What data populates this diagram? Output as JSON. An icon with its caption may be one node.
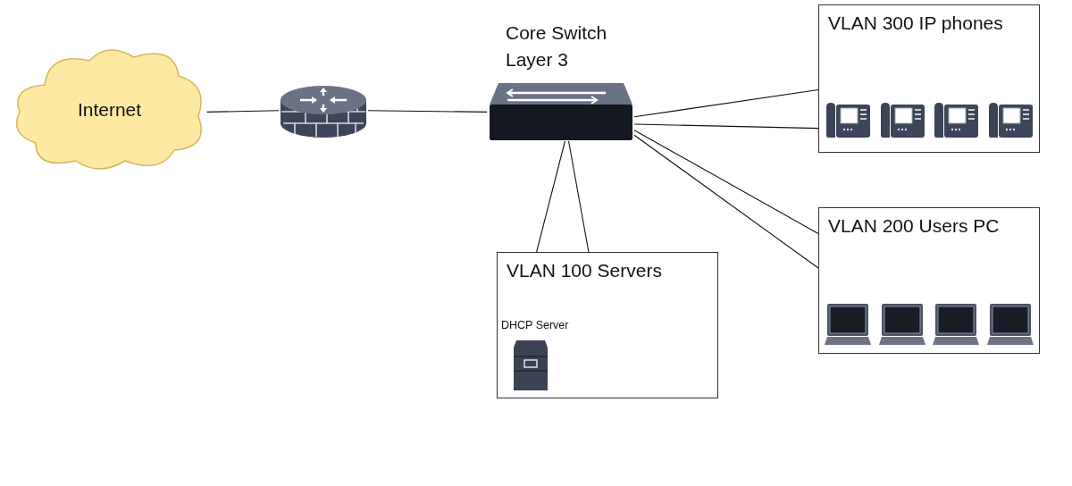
{
  "diagram": {
    "nodes": [
      {
        "text": [
          "Internet"
        ]
      },
      {
        "text": [],
        "shape": "cylinder"
      },
      {
        "text": [
          "Core Switch Layer 3"
        ]
      },
      {
        "text": [
          "VLAN 300 IP phones"
        ]
      },
      {
        "text": [
          "VLAN 200 Users PC"
        ]
      },
      {
        "text": [
          "VLAN 100 Servers"
        ]
      },
      {
        "text": [
          "DHCP Server"
        ],
        "in": 5
      }
    ],
    "edges": [
      {
        "from": 0,
        "to": 1,
        "arrow": "none"
      },
      {
        "from": 1,
        "to": 2,
        "arrow": "none"
      },
      {
        "from": 2,
        "to": 3,
        "arrow": "none"
      },
      {
        "from": 2,
        "to": 3,
        "arrow": "none"
      },
      {
        "from": 2,
        "to": 4,
        "arrow": "none"
      },
      {
        "from": 2,
        "to": 4,
        "arrow": "none"
      },
      {
        "from": 2,
        "to": 5,
        "arrow": "none"
      },
      {
        "from": 2,
        "to": 5,
        "arrow": "none"
      }
    ]
  }
}
